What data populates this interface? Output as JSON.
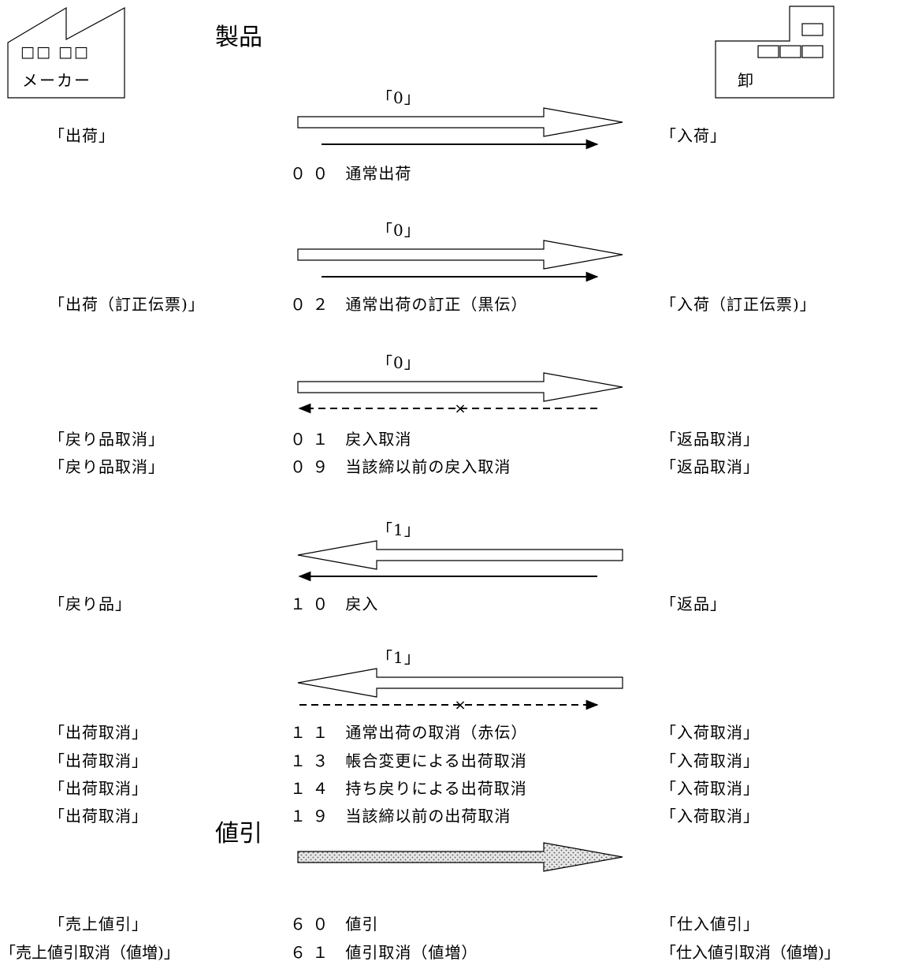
{
  "factory": {
    "windows": "□□ □□",
    "label": "メーカー"
  },
  "wholesaler": {
    "label": "卸"
  },
  "products_title": "製品",
  "discount_title": "値引",
  "groups": [
    {
      "code": "「0」",
      "direction": "right",
      "line": "solid",
      "rows": [
        {
          "left": "「出荷」",
          "mid": "０ ０　通常出荷",
          "right": "「入荷」"
        }
      ]
    },
    {
      "code": "「0」",
      "direction": "right",
      "line": "solid",
      "rows": [
        {
          "left": "「出荷（訂正伝票)」",
          "mid": "０ ２　通常出荷の訂正（黒伝）",
          "right": "「入荷（訂正伝票)」"
        }
      ]
    },
    {
      "code": "「0」",
      "direction": "right",
      "line": "dashed-cross-left",
      "rows": [
        {
          "left": "「戻り品取消」",
          "mid": "０ １　戻入取消",
          "right": "「返品取消」"
        },
        {
          "left": "「戻り品取消」",
          "mid": "０ ９　当該締以前の戻入取消",
          "right": "「返品取消」"
        }
      ]
    },
    {
      "code": "「1」",
      "direction": "left",
      "line": "solid",
      "rows": [
        {
          "left": "「戻り品」",
          "mid": "１ ０　戻入",
          "right": "「返品」"
        }
      ]
    },
    {
      "code": "「1」",
      "direction": "left",
      "line": "dashed-cross-right",
      "rows": [
        {
          "left": "「出荷取消」",
          "mid": "１ １　通常出荷の取消（赤伝）",
          "right": "「入荷取消」"
        },
        {
          "left": "「出荷取消」",
          "mid": "１ ３　帳合変更による出荷取消",
          "right": "「入荷取消」"
        },
        {
          "left": "「出荷取消」",
          "mid": "１ ４　持ち戻りによる出荷取消",
          "right": "「入荷取消」"
        },
        {
          "left": "「出荷取消」",
          "mid": "１ ９　当該締以前の出荷取消",
          "right": "「入荷取消」"
        }
      ]
    }
  ],
  "discount_rows": [
    {
      "left": "「売上値引」",
      "mid": "６ ０　値引",
      "right": "「仕入値引」"
    },
    {
      "left": "「売上値引取消（値増)」",
      "mid": "６ １　値引取消（値増）",
      "right": "「仕入値引取消（値増)」"
    }
  ]
}
